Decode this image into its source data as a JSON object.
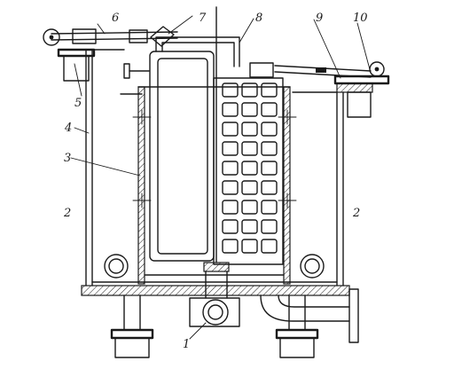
{
  "labels": {
    "l1": "1",
    "l2a": "2",
    "l2b": "2",
    "l3": "3",
    "l4": "4",
    "l5": "5",
    "l6": "6",
    "l7": "7",
    "l8": "8",
    "l9": "9",
    "l10": "10"
  }
}
